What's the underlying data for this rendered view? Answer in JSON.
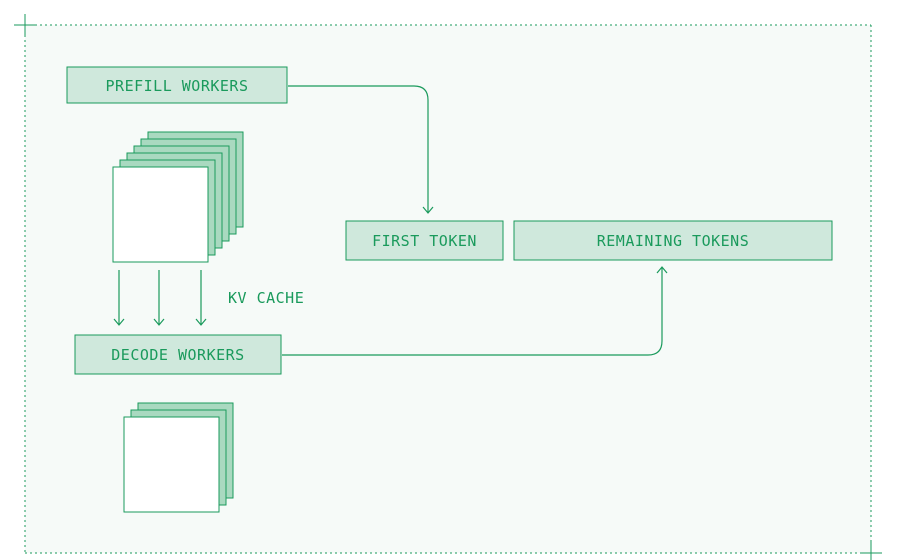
{
  "diagram": {
    "prefill_label": "PREFILL WORKERS",
    "decode_label": "DECODE WORKERS",
    "first_token_label": "FIRST TOKEN",
    "remaining_tokens_label": "REMAINING TOKENS",
    "kv_cache_label": "KV CACHE"
  },
  "colors": {
    "accent": "#1a9a5c",
    "box_fill": "#cfe8dc",
    "stack_fill": "#a9d9c0",
    "background": "#f6faf8",
    "stack_front": "#ffffff"
  }
}
